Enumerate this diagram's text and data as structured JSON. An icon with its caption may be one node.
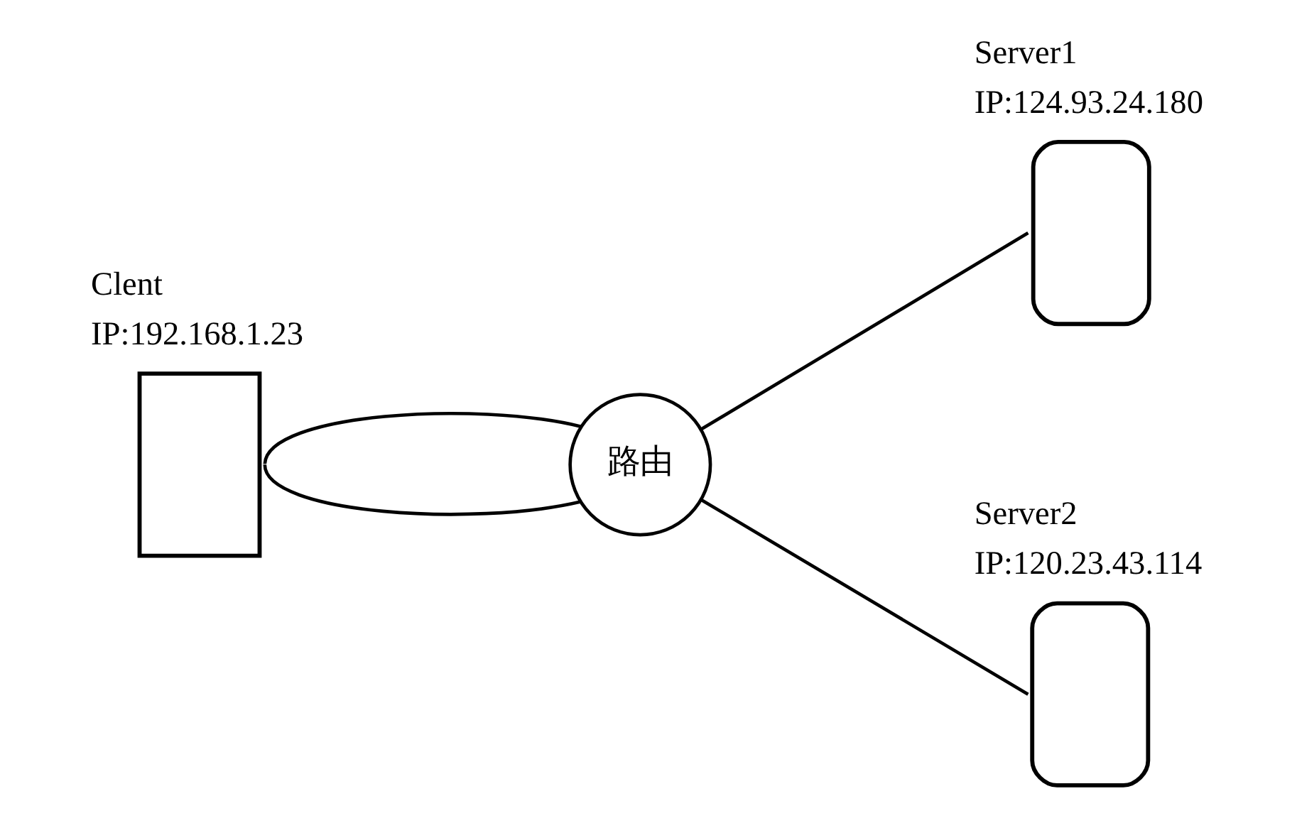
{
  "diagram": {
    "nodes": [
      {
        "text": [
          "Clent",
          "IP:192.168.1.23"
        ]
      },
      {
        "text": [
          "路由"
        ]
      },
      {
        "text": [
          "Server1",
          "IP:124.93.24.180"
        ]
      },
      {
        "text": [
          "Server2",
          "IP:120.23.43.114"
        ]
      }
    ],
    "edges": [
      {
        "from": 0,
        "to": 1,
        "arrow": "none"
      },
      {
        "from": 0,
        "to": 1,
        "arrow": "none"
      },
      {
        "from": 1,
        "to": 2,
        "arrow": "none"
      },
      {
        "from": 1,
        "to": 3,
        "arrow": "none"
      }
    ]
  }
}
